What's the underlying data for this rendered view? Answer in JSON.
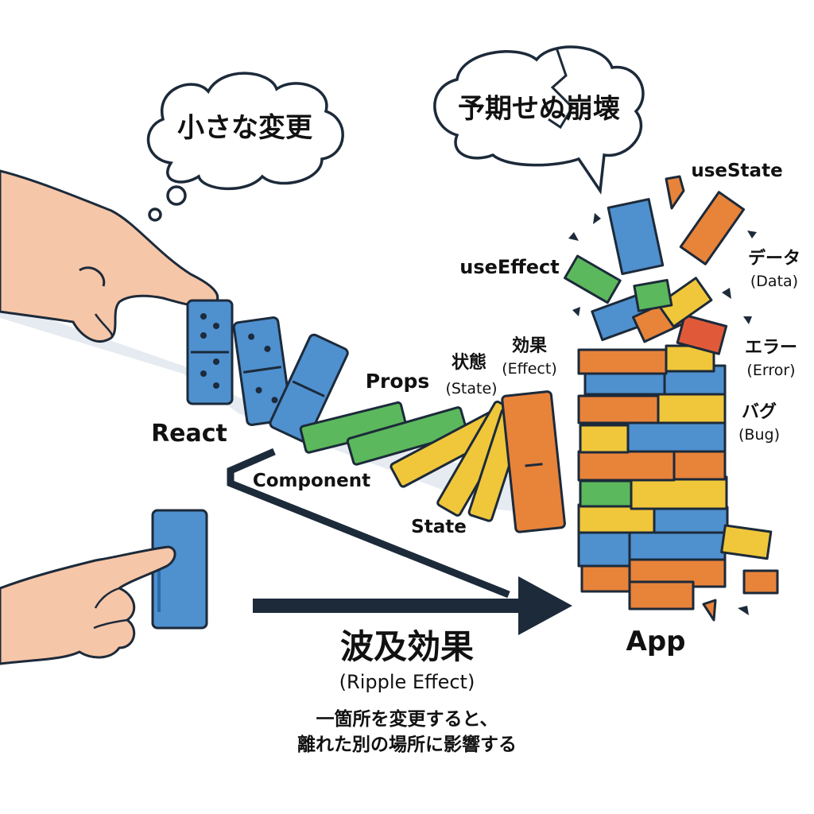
{
  "left_thought_bubble": {
    "text": "小さな変更"
  },
  "right_speech_bubble": {
    "text": "予期せぬ崩壊"
  },
  "labels": {
    "react": "React",
    "props": "Props",
    "state_jp": "状態",
    "state_en": "(State)",
    "effect_jp": "効果",
    "effect_en": "(Effect)",
    "component": "Component",
    "state": "State",
    "use_effect": "useEffect",
    "use_state": "useState",
    "data_jp": "データ",
    "data_en": "(Data)",
    "error_jp": "エラー",
    "error_en": "(Error)",
    "bug_jp": "バグ",
    "bug_en": "(Bug)",
    "app": "App"
  },
  "caption": {
    "title": "波及効果",
    "subtitle": "(Ripple Effect)",
    "line1": "一箇所を変更すると、",
    "line2": "離れた別の場所に影響する"
  },
  "colors": {
    "blue": "#4f90cf",
    "green": "#5cb85c",
    "yellow": "#f0c73a",
    "orange": "#e8833a",
    "outline": "#1c2a3a"
  }
}
